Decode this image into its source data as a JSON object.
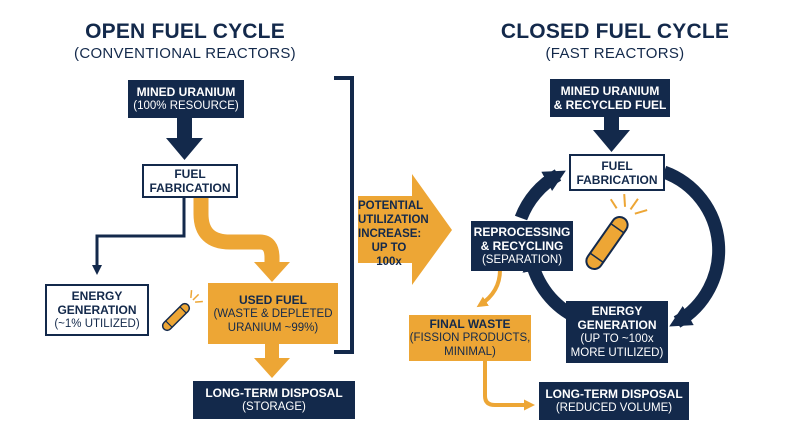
{
  "colors": {
    "navy": "#13294b",
    "gold": "#eda635",
    "white": "#ffffff"
  },
  "open_cycle": {
    "title": "OPEN FUEL CYCLE",
    "subtitle": "(CONVENTIONAL REACTORS)",
    "mined_uranium": {
      "line1": "MINED URANIUM",
      "line2": "(100% RESOURCE)"
    },
    "fuel_fabrication": {
      "line1": "FUEL",
      "line2": "FABRICATION"
    },
    "energy_generation": {
      "line1": "ENERGY",
      "line2": "GENERATION",
      "line3": "(~1% UTILIZED)"
    },
    "used_fuel": {
      "line1": "USED FUEL",
      "line2": "(WASTE & DEPLETED",
      "line3": "URANIUM ~99%)"
    },
    "long_term_disposal": {
      "line1": "LONG-TERM DISPOSAL",
      "line2": "(STORAGE)"
    }
  },
  "comparison_arrow": {
    "line1": "POTENTIAL",
    "line2": "UTILIZATION",
    "line3": "INCREASE:",
    "line4": "UP TO 100x"
  },
  "closed_cycle": {
    "title": "CLOSED FUEL CYCLE",
    "subtitle": "(FAST REACTORS)",
    "mined_uranium": {
      "line1": "MINED URANIUM",
      "line2": "& RECYCLED FUEL"
    },
    "fuel_fabrication": {
      "line1": "FUEL",
      "line2": "FABRICATION"
    },
    "reprocessing": {
      "line1": "REPROCESSING",
      "line2": "& RECYCLING",
      "line3": "(SEPARATION)"
    },
    "energy_generation": {
      "line1": "ENERGY",
      "line2": "GENERATION",
      "line3": "(UP TO ~100x",
      "line4": "MORE UTILIZED)"
    },
    "final_waste": {
      "line1": "FINAL WASTE",
      "line2": "(FISSION PRODUCTS,",
      "line3": "MINIMAL)"
    },
    "long_term_disposal": {
      "line1": "LONG-TERM DISPOSAL",
      "line2": "(REDUCED VOLUME)"
    }
  },
  "icons": [
    "fuel-rod-icon",
    "fuel-rod-icon",
    "downward-arrow-icon",
    "cycle-arrow-icon",
    "bracket-icon"
  ]
}
